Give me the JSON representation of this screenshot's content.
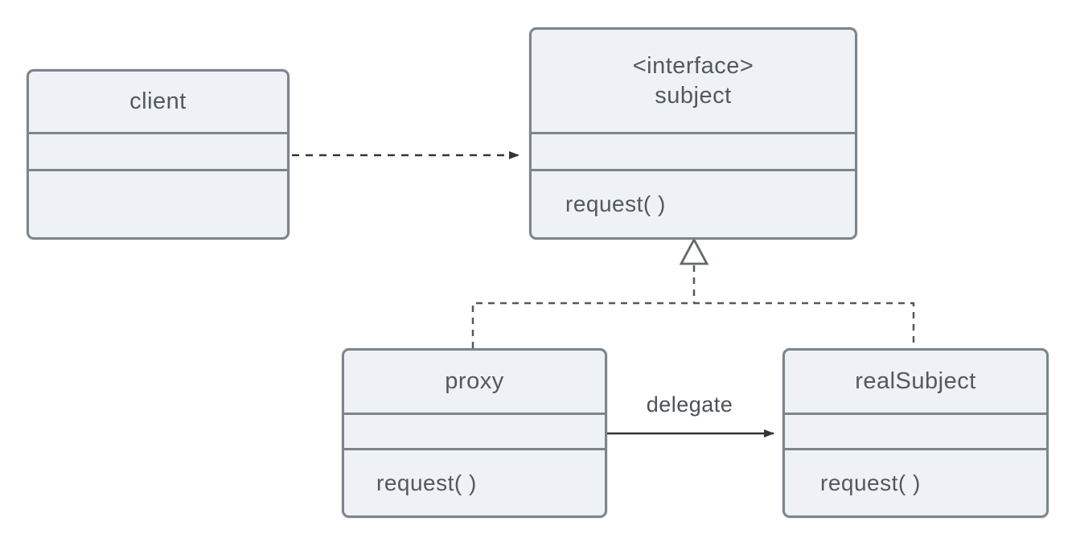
{
  "colors": {
    "background": "#ffffff",
    "box_fill": "#eef2f7",
    "box_border": "#7d858c",
    "text": "#53585f",
    "connector_dark": "#333639",
    "connector_grey": "#5c6268"
  },
  "classes": {
    "client": {
      "name": "client"
    },
    "subject": {
      "stereotype": "<interface>",
      "name": "subject",
      "operation": "request( )"
    },
    "proxy": {
      "name": "proxy",
      "operation": "request( )"
    },
    "real_subject": {
      "name": "realSubject",
      "operation": "request( )"
    }
  },
  "labels": {
    "delegate": "delegate"
  }
}
